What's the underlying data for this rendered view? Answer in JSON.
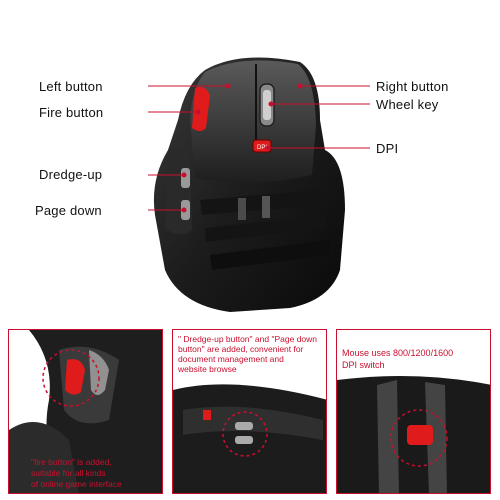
{
  "callouts": {
    "left_button": "Left button",
    "fire_button": "Fire button",
    "dredge_up": "Dredge-up",
    "page_down": "Page down",
    "right_button": "Right button",
    "wheel_key": "Wheel key",
    "dpi": "DPI"
  },
  "mouse": {
    "dpi_button_label": "DPI"
  },
  "panels": {
    "fire": {
      "caption_line1": "\"fire button\" is added,",
      "caption_line2": "suitable for all kinds",
      "caption_line3": "of online game interface"
    },
    "scroll": {
      "caption_line1": "\" Dredge-up button\" and \"Page down",
      "caption_line2": "button\" are added, convenient for",
      "caption_line3": "document management and",
      "caption_line4": "website browse"
    },
    "dpi": {
      "caption_line1": "Mouse uses 800/1200/1600",
      "caption_line2": "DPI switch"
    }
  },
  "colors": {
    "accent_red": "#c8102e",
    "mouse_body": "#1f1f1f",
    "mouse_highlight": "#4a4a4a",
    "button_red": "#e01b1b"
  }
}
